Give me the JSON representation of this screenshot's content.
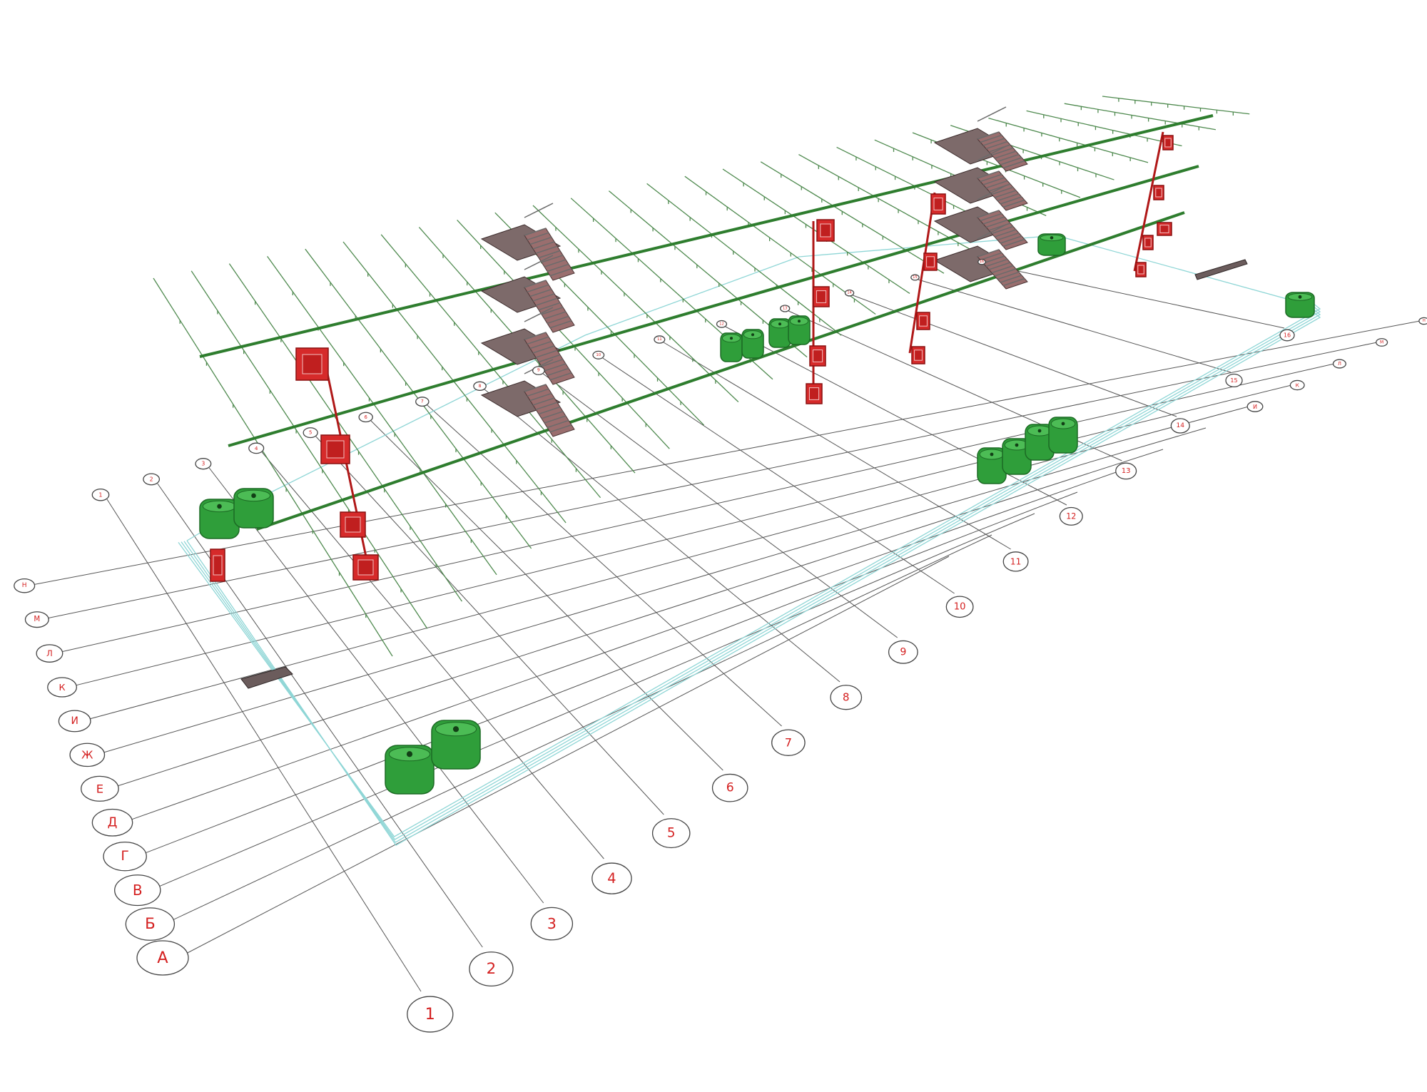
{
  "axes": {
    "numeric": [
      "1",
      "2",
      "3",
      "4",
      "5",
      "6",
      "7",
      "8",
      "9",
      "10",
      "11",
      "12",
      "13",
      "14",
      "15",
      "16"
    ],
    "letters": [
      "А",
      "Б",
      "В",
      "Г",
      "Д",
      "Е",
      "Ж",
      "И",
      "К",
      "Л",
      "М",
      "Н"
    ]
  },
  "colors": {
    "pipe": "#2e7d2e",
    "riser": "#b01818",
    "cabinet": "#d62a2a",
    "tank": "#2f9e3a",
    "outline": "#8fd6d6",
    "bubble_text": "#d42020"
  }
}
